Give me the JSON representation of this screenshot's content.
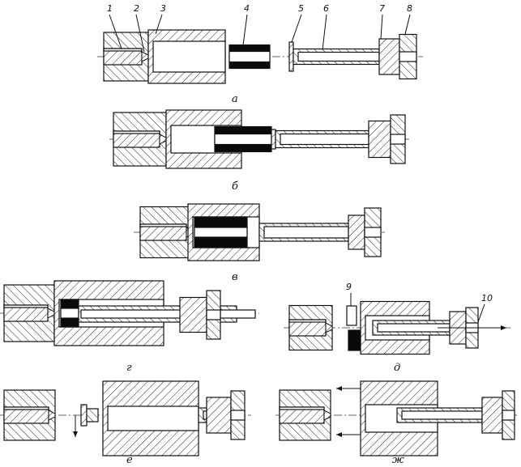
{
  "part_numbers": [
    "1",
    "2",
    "3",
    "4",
    "5",
    "6",
    "7",
    "8",
    "9",
    "10"
  ],
  "stage_labels": {
    "a": "а",
    "b": "б",
    "v": "в",
    "g": "г",
    "d": "д",
    "e": "е",
    "zh": "ж"
  },
  "colors": {
    "line": "#111111",
    "background": "#ffffff",
    "fill_black": "#0a0a0a"
  }
}
